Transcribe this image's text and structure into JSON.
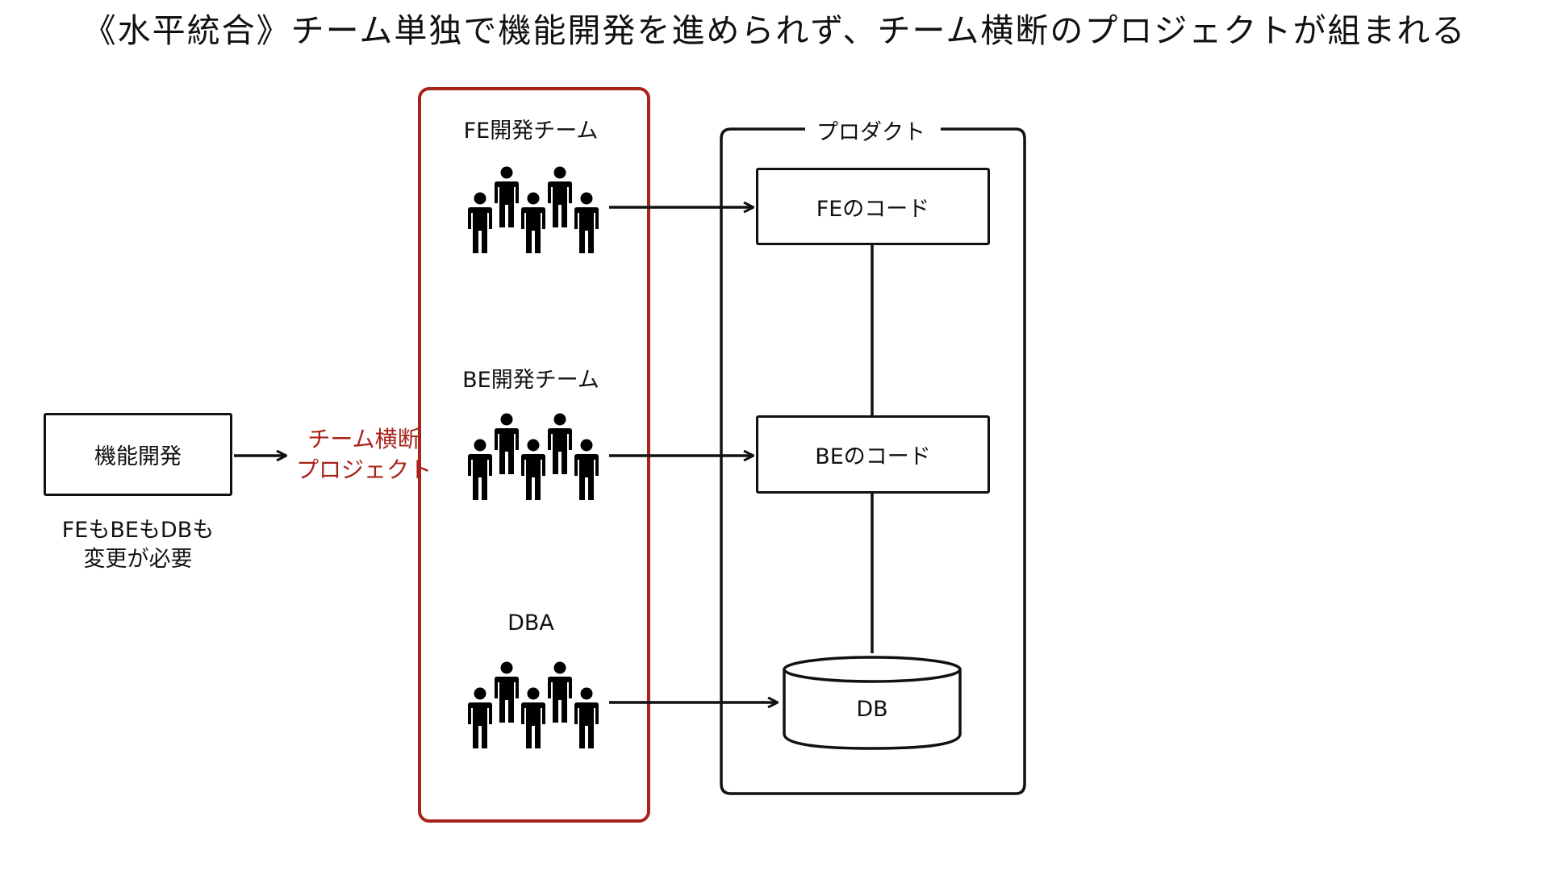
{
  "title": "《水平統合》チーム単独で機能開発を進められず、チーム横断のプロジェクトが組まれる",
  "feature": {
    "box_label": "機能開発",
    "note_line1": "FEもBEもDBも",
    "note_line2": "変更が必要"
  },
  "cross_team_project": {
    "line1": "チーム横断",
    "line2": "プロジェクト"
  },
  "teams": [
    {
      "label": "FE開発チーム"
    },
    {
      "label": "BE開発チーム"
    },
    {
      "label": "DBA"
    }
  ],
  "product": {
    "label": "プロダクト",
    "fe_code": "FEのコード",
    "be_code": "BEのコード",
    "db": "DB"
  },
  "colors": {
    "ink": "#111111",
    "accent_red": "#a8231a"
  },
  "icons": [
    "people-group-icon",
    "arrow-right-icon",
    "database-cylinder-icon"
  ]
}
